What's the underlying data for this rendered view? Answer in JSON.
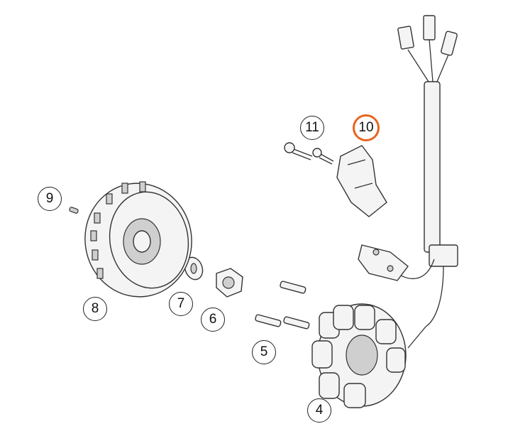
{
  "diagram": {
    "highlight_color": "#e8641e",
    "callouts": [
      {
        "id": "11",
        "label": "11"
      },
      {
        "id": "10",
        "label": "10",
        "highlighted": true
      },
      {
        "id": "9",
        "label": "9"
      },
      {
        "id": "8",
        "label": "8"
      },
      {
        "id": "7",
        "label": "7"
      },
      {
        "id": "6",
        "label": "6"
      },
      {
        "id": "5",
        "label": "5"
      },
      {
        "id": "4",
        "label": "4"
      }
    ]
  }
}
